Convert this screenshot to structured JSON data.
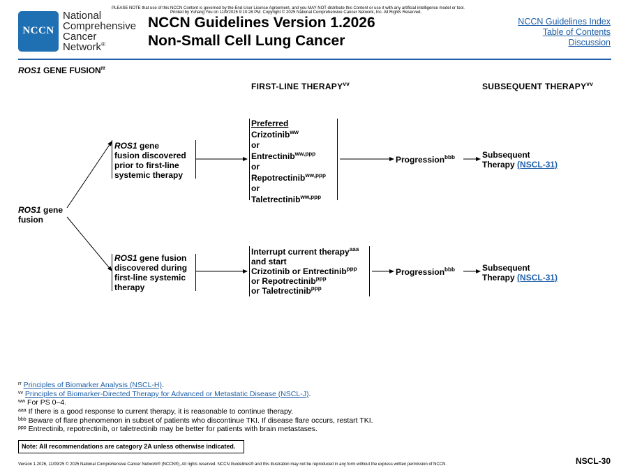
{
  "header": {
    "notice": "PLEASE NOTE that use of this NCCN Content is governed by the End-User License Agreement, and you MAY NOT distribute this Content or use it with any artificial intelligence model or tool.",
    "printed": "Printed by Yuhang You on 11/9/2025 9:10:28 PM. Copyright © 2025 National Comprehensive Cancer Network, Inc. All Rights Reserved.",
    "logo_text": "NCCN",
    "org_line1": "National",
    "org_line2": "Comprehensive",
    "org_line3": "Cancer",
    "org_line4": "Network",
    "org_reg": "®",
    "title_line1": "NCCN Guidelines Version 1.2026",
    "title_line2": "Non-Small Cell Lung Cancer",
    "links": {
      "index": "NCCN Guidelines Index",
      "toc": "Table of Contents",
      "discussion": "Discussion"
    },
    "accent_color": "#1f5fa8"
  },
  "section": {
    "gene": "ROS1",
    "rest": " GENE FUSION",
    "mark": "rr"
  },
  "columns": {
    "first_line": "FIRST-LINE THERAPY",
    "first_line_mark": "vv",
    "subsequent": "SUBSEQUENT THERAPY",
    "subsequent_mark": "vv"
  },
  "root": {
    "gene": "ROS1",
    "line1_rest": " gene",
    "line2": "fusion"
  },
  "branch_top": {
    "gene": "ROS1",
    "line1_rest": " gene",
    "line2": "fusion discovered",
    "line3": "prior to first-line",
    "line4": "systemic therapy",
    "preferred": "Preferred",
    "therapies": [
      {
        "name": "Crizotinib",
        "mark": "ww"
      },
      {
        "name": "Entrectinib",
        "mark": "ww,ppp"
      },
      {
        "name": "Repotrectinib",
        "mark": "ww,ppp"
      },
      {
        "name": "Taletrectinib",
        "mark": "ww,ppp"
      }
    ],
    "or_text": "or",
    "progression": "Progression",
    "progression_mark": "bbb",
    "subsequent_line1": "Subsequent",
    "subsequent_line2": "Therapy",
    "subsequent_link": "(NSCL-31)"
  },
  "branch_bottom": {
    "gene": "ROS1",
    "line1_rest": " gene fusion",
    "line2": "discovered during",
    "line3": "first-line systemic",
    "line4": "therapy",
    "l1": "Interrupt current therapy",
    "l1_mark": "aaa",
    "l2": "and start",
    "l3": "Crizotinib or Entrectinib",
    "l3_mark": "ppp",
    "l4": "or Repotrectinib",
    "l4_mark": "ppp",
    "l5": "or Taletrectinib",
    "l5_mark": "ppp",
    "progression": "Progression",
    "progression_mark": "bbb",
    "subsequent_line1": "Subsequent",
    "subsequent_line2": "Therapy",
    "subsequent_link": "(NSCL-31)"
  },
  "footnotes": [
    {
      "mark": "rr",
      "text": "Principles of Biomarker Analysis (NSCL-H)",
      "after": ".",
      "link": true
    },
    {
      "mark": "vv",
      "text": "Principles of Biomarker-Directed Therapy for Advanced or Metastatic Disease (NSCL-J)",
      "after": ".",
      "link": true
    },
    {
      "mark": "ww",
      "text": "For PS 0–4.",
      "after": "",
      "link": false
    },
    {
      "mark": "aaa",
      "text": "If there is a good response to current therapy, it is reasonable to continue therapy.",
      "after": "",
      "link": false
    },
    {
      "mark": "bbb",
      "text": "Beware of flare phenomenon in subset of patients who discontinue TKI. If disease flare occurs, restart TKI.",
      "after": "",
      "link": false
    },
    {
      "mark": "ppp",
      "text": "Entrectinib, repotrectinib, or taletrectinib may be better for patients with brain metastases.",
      "after": "",
      "link": false
    }
  ],
  "note": "Note: All recommendations are category 2A unless otherwise indicated.",
  "footer": "Version 1.2026, 11/09/25 © 2025 National Comprehensive Cancer Network® (NCCN®), All rights reserved. NCCN Guidelines® and this illustration may not be reproduced in any form without the express written permission of NCCN.",
  "page_number": "NSCL-30"
}
